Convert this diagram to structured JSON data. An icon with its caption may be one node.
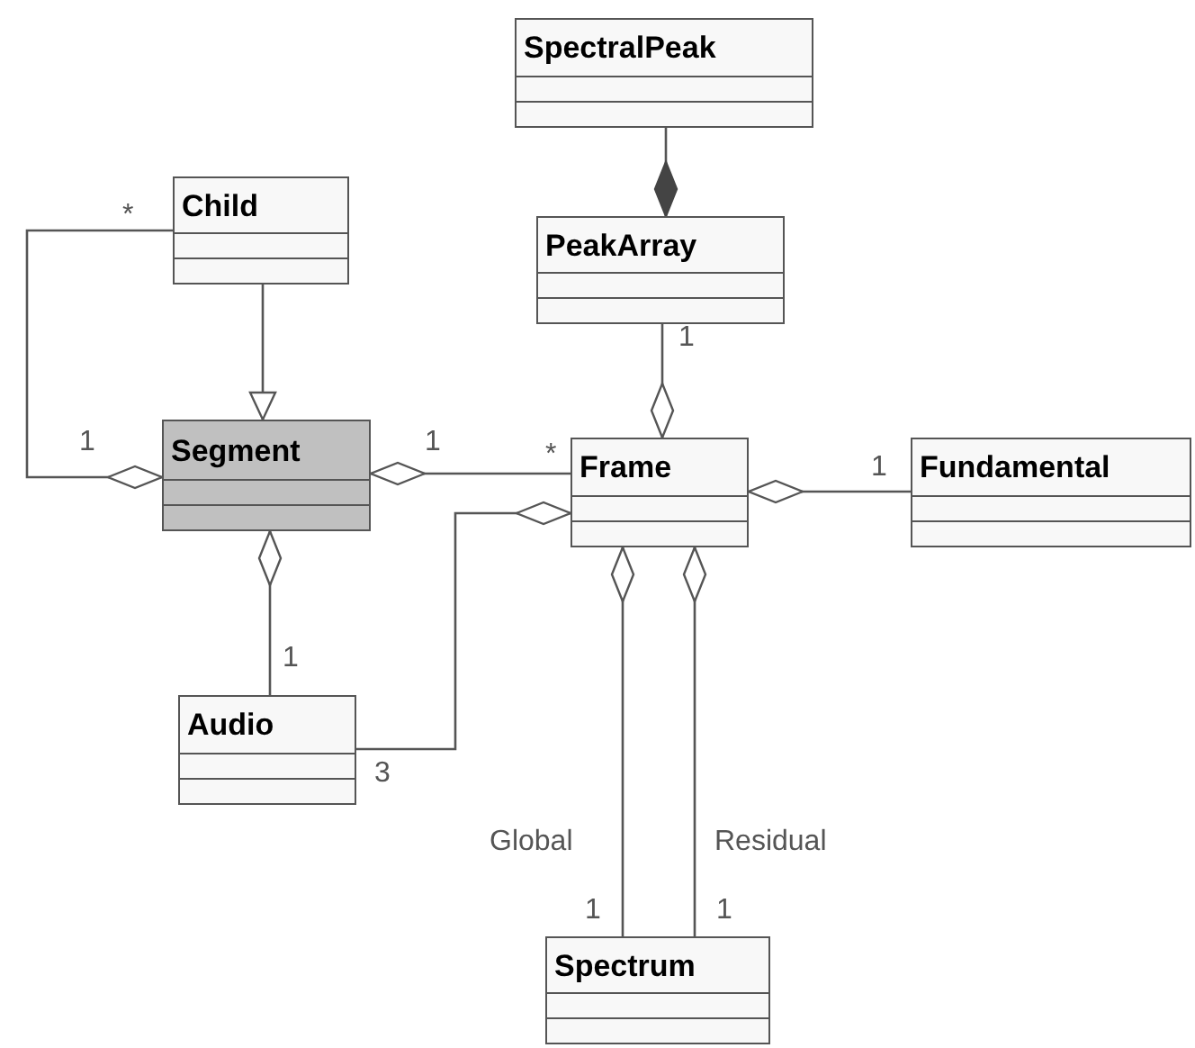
{
  "diagram": {
    "nodes": [
      {
        "text": [
          "SpectralPeak"
        ]
      },
      {
        "text": [
          "Child"
        ]
      },
      {
        "text": [
          "PeakArray"
        ]
      },
      {
        "text": [
          "Segment"
        ]
      },
      {
        "text": [
          "Frame"
        ]
      },
      {
        "text": [
          "Fundamental"
        ]
      },
      {
        "text": [
          "Audio"
        ]
      },
      {
        "text": [
          "Spectrum"
        ]
      }
    ],
    "edges": [
      {
        "from": 0,
        "to": 2,
        "arrow": "other"
      },
      {
        "from": 2,
        "to": 4,
        "arrow": "other"
      },
      {
        "from": 1,
        "to": 3,
        "arrow": "to"
      },
      {
        "from": 1,
        "to": 3,
        "arrow": "other"
      },
      {
        "from": 4,
        "to": 3,
        "arrow": "other"
      },
      {
        "from": 5,
        "to": 4,
        "arrow": "other"
      },
      {
        "from": 6,
        "to": 3,
        "arrow": "other"
      },
      {
        "from": 6,
        "to": 4,
        "arrow": "other"
      },
      {
        "from": 7,
        "to": 4,
        "arrow": "other",
        "label": "Global"
      },
      {
        "from": 7,
        "to": 4,
        "arrow": "other",
        "label": "Residual"
      }
    ],
    "labels": [
      "*",
      "1",
      "1",
      "1",
      "*",
      "1",
      "1",
      "3",
      "1",
      "1"
    ]
  }
}
